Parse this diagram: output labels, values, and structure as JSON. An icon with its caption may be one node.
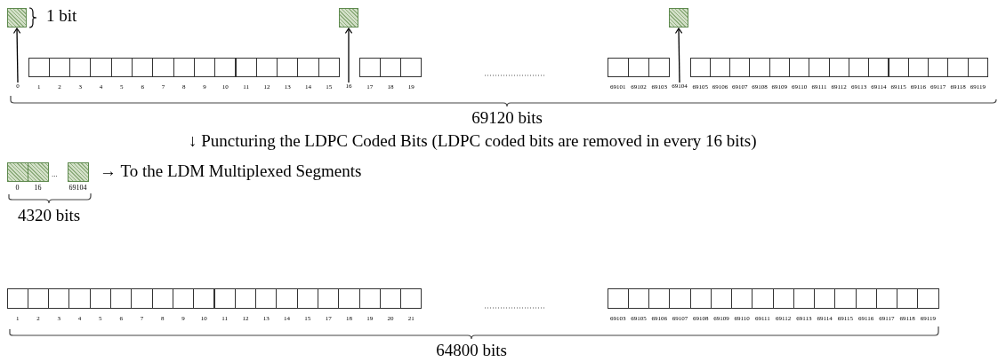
{
  "diagram": {
    "nodes": [
      {
        "text": [],
        "shape": "box"
      },
      {
        "text": [],
        "shape": "box"
      },
      {
        "text": [],
        "shape": "box"
      },
      {
        "text": [
          "0"
        ]
      },
      {
        "text": [
          "1"
        ]
      },
      {
        "text": [
          "2"
        ]
      },
      {
        "text": [
          "3"
        ]
      },
      {
        "text": [
          "4"
        ]
      },
      {
        "text": [
          "5"
        ]
      },
      {
        "text": [
          "6"
        ]
      },
      {
        "text": [
          "7"
        ]
      },
      {
        "text": [
          "8"
        ]
      },
      {
        "text": [
          "9"
        ]
      },
      {
        "text": [
          "10"
        ]
      },
      {
        "text": [
          "11"
        ]
      },
      {
        "text": [
          "12"
        ]
      },
      {
        "text": [
          "13"
        ]
      },
      {
        "text": [
          "14"
        ]
      },
      {
        "text": [
          "15"
        ]
      },
      {
        "text": [
          "16"
        ]
      },
      {
        "text": [
          "17"
        ]
      },
      {
        "text": [
          "18"
        ]
      },
      {
        "text": [
          "19"
        ]
      },
      {
        "text": [
          "69101"
        ]
      },
      {
        "text": [
          "69102"
        ]
      },
      {
        "text": [
          "69103"
        ]
      },
      {
        "text": [
          "69104"
        ]
      },
      {
        "text": [
          "69105"
        ]
      },
      {
        "text": [
          "69106"
        ]
      },
      {
        "text": [
          "69107"
        ]
      },
      {
        "text": [
          "69108"
        ]
      },
      {
        "text": [
          "69109"
        ]
      },
      {
        "text": [
          "69110"
        ]
      },
      {
        "text": [
          "69111"
        ]
      },
      {
        "text": [
          "69112"
        ]
      },
      {
        "text": [
          "69113"
        ]
      },
      {
        "text": [
          "69114"
        ]
      },
      {
        "text": [
          "69115"
        ]
      },
      {
        "text": [
          "69116"
        ]
      },
      {
        "text": [
          "69117"
        ]
      },
      {
        "text": [
          "69118"
        ]
      },
      {
        "text": [
          "69119"
        ]
      },
      {
        "text": [
          "0"
        ]
      },
      {
        "text": [
          "16"
        ]
      },
      {
        "text": [
          "69104"
        ]
      },
      {
        "text": [
          "1"
        ]
      },
      {
        "text": [
          "2"
        ]
      },
      {
        "text": [
          "3"
        ]
      },
      {
        "text": [
          "4"
        ]
      },
      {
        "text": [
          "5"
        ]
      },
      {
        "text": [
          "6"
        ]
      },
      {
        "text": [
          "7"
        ]
      },
      {
        "text": [
          "8"
        ]
      },
      {
        "text": [
          "9"
        ]
      },
      {
        "text": [
          "10"
        ]
      },
      {
        "text": [
          "11"
        ]
      },
      {
        "text": [
          "12"
        ]
      },
      {
        "text": [
          "13"
        ]
      },
      {
        "text": [
          "14"
        ]
      },
      {
        "text": [
          "15"
        ]
      },
      {
        "text": [
          "17"
        ]
      },
      {
        "text": [
          "18"
        ]
      },
      {
        "text": [
          "19"
        ]
      },
      {
        "text": [
          "20"
        ]
      },
      {
        "text": [
          "21"
        ]
      },
      {
        "text": [
          "69103"
        ]
      },
      {
        "text": [
          "69105"
        ]
      },
      {
        "text": [
          "69106"
        ]
      },
      {
        "text": [
          "69107"
        ]
      },
      {
        "text": [
          "69108"
        ]
      },
      {
        "text": [
          "69109"
        ]
      },
      {
        "text": [
          "69110"
        ]
      },
      {
        "text": [
          "69111"
        ]
      },
      {
        "text": [
          "69112"
        ]
      },
      {
        "text": [
          "69113"
        ]
      },
      {
        "text": [
          "69114"
        ]
      },
      {
        "text": [
          "69115"
        ]
      },
      {
        "text": [
          "69116"
        ]
      },
      {
        "text": [
          "69117"
        ]
      },
      {
        "text": [
          "69118"
        ]
      },
      {
        "text": [
          "69119"
        ]
      }
    ],
    "edges": [
      {
        "from": 3,
        "to": 0,
        "arrow": "to"
      },
      {
        "from": 19,
        "to": 1,
        "arrow": "to"
      },
      {
        "from": 26,
        "to": 2,
        "arrow": "to"
      }
    ],
    "labels": [
      "1 bit",
      "69120 bits",
      "↓ Puncturing the LDPC Coded Bits (LDPC coded bits are removed in every 16 bits)",
      "...",
      "→ To the LDM Multiplexed Segments",
      "4320 bits",
      "64800 bits"
    ]
  }
}
